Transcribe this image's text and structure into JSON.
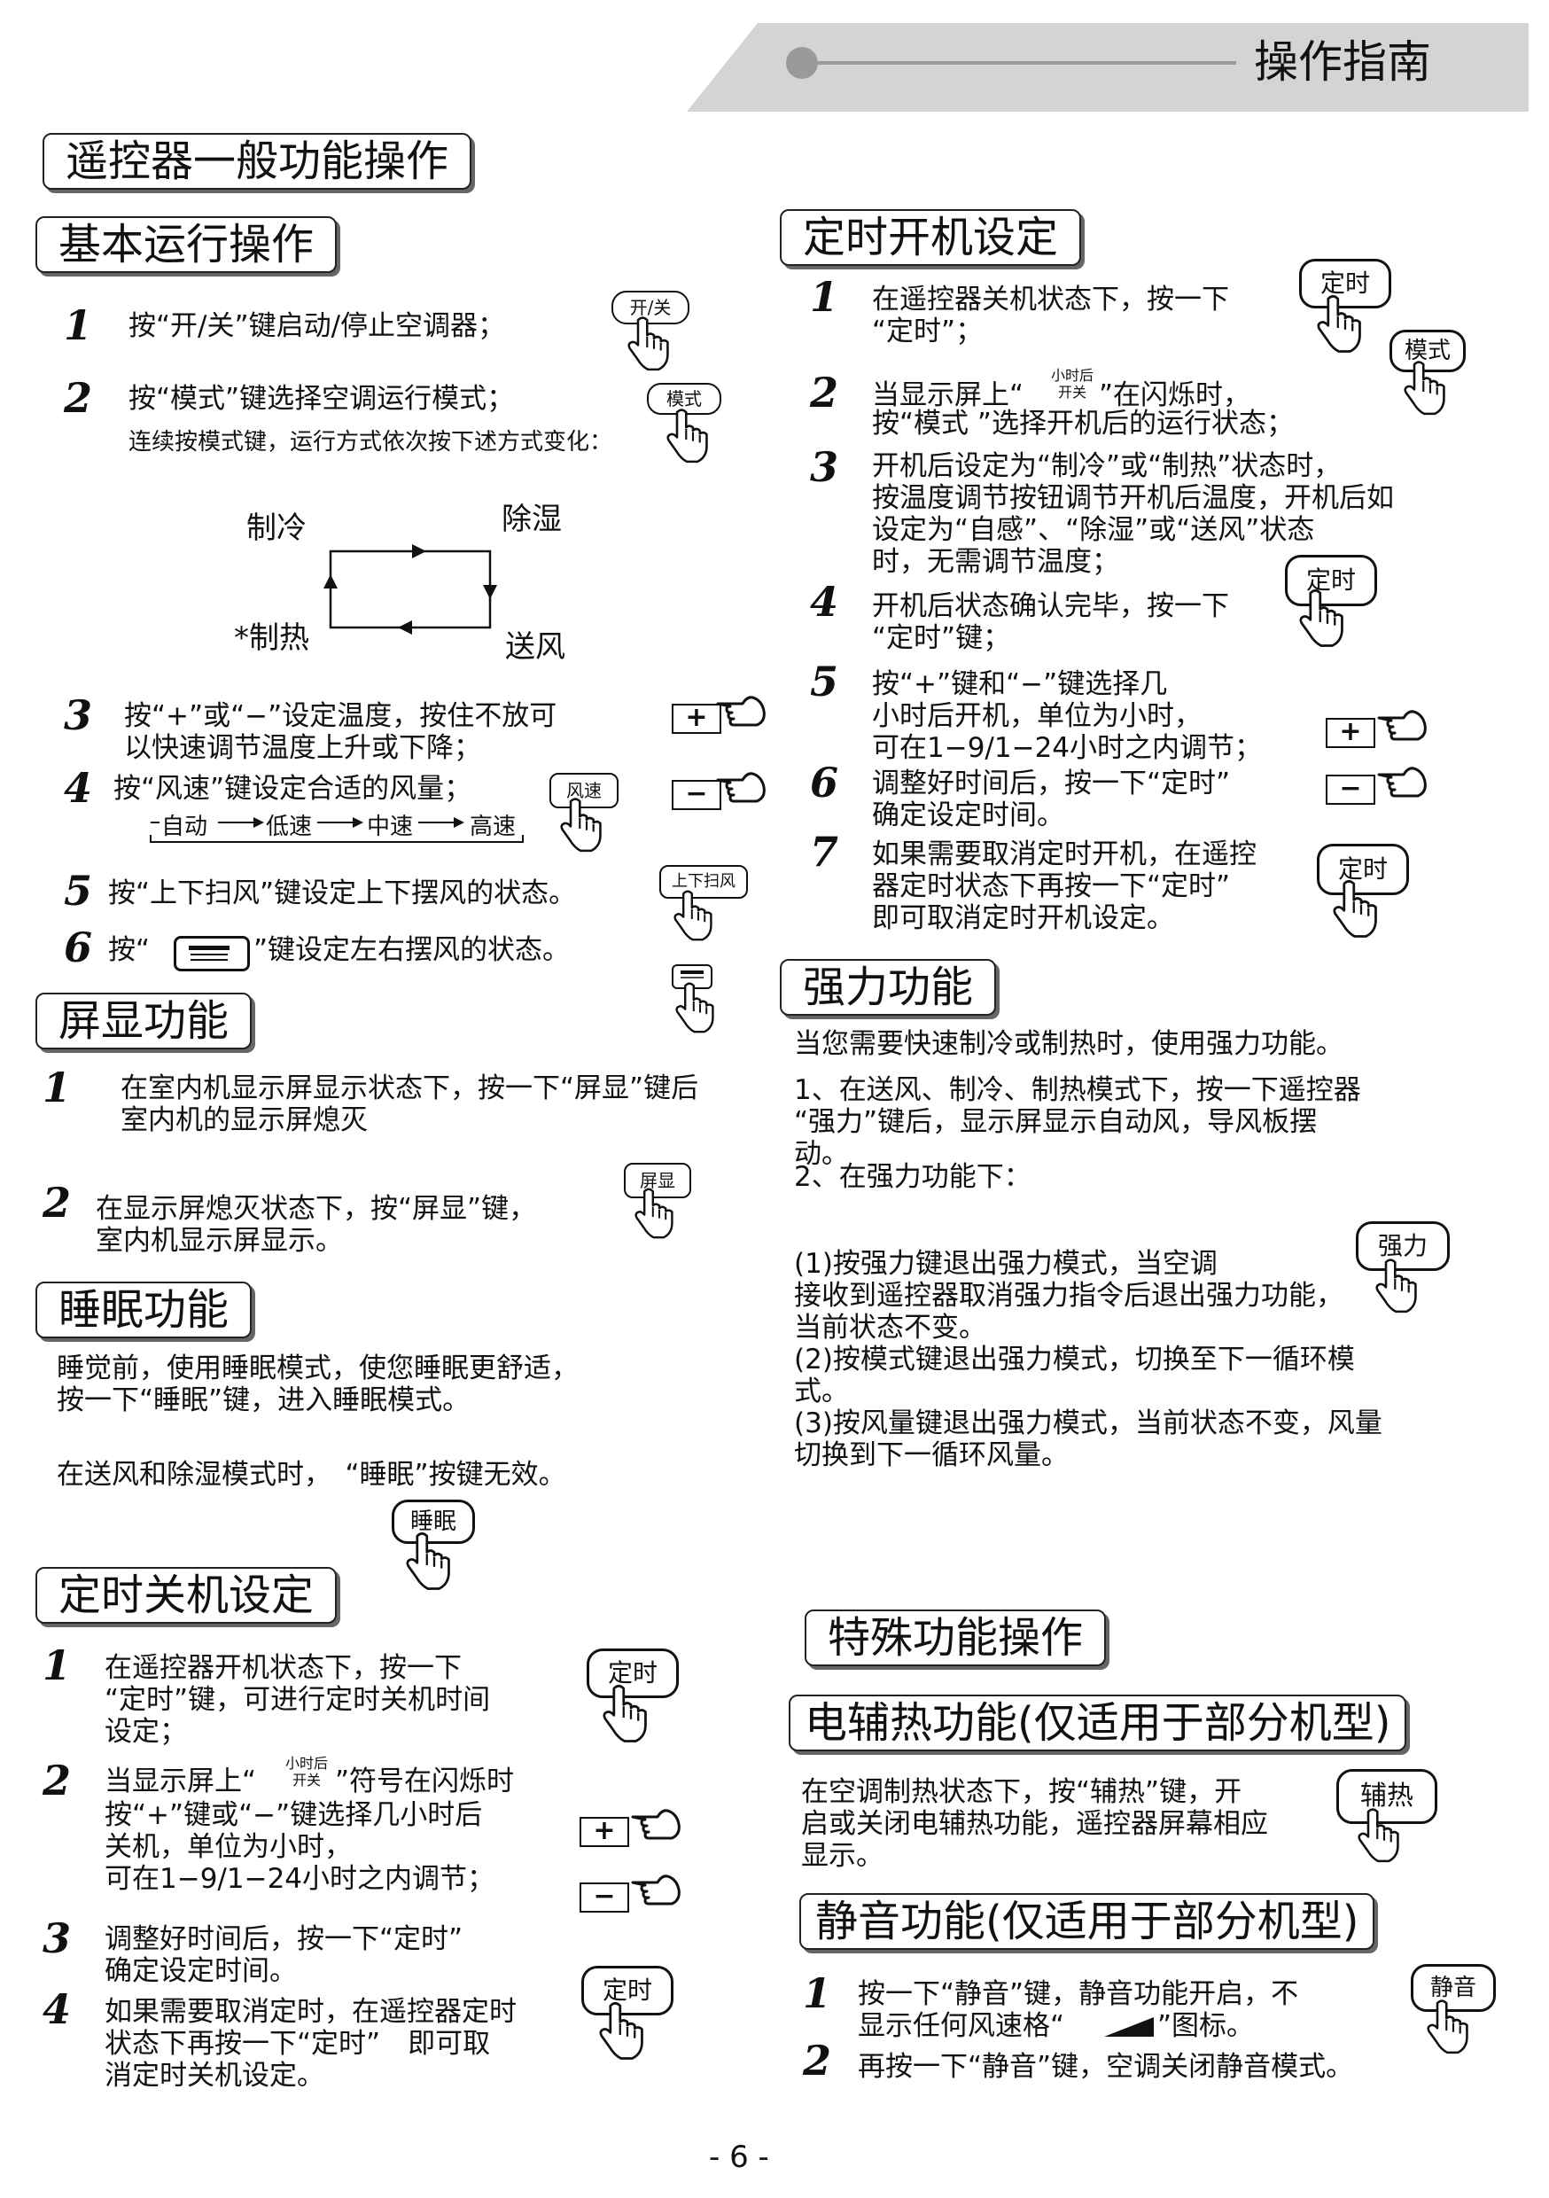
{
  "header": {
    "title": "操作指南"
  },
  "page_number": "- 6 -",
  "main_title": "遥控器一般功能操作",
  "basic": {
    "title": "基本运行操作",
    "s1": "按“开/关”键启动/停止空调器；",
    "s2": "按“模式”键选择空调运行模式；",
    "s2b": "连续按模式键，运行方式依次按下述方式变化：",
    "cycle": {
      "cool": "制冷",
      "dry": "除湿",
      "heat": "*制热",
      "fan": "送风"
    },
    "s3": "按“+”或“−”设定温度，按住不放可\n以快速调节温度上升或下降；",
    "s4": "按“风速”键设定合适的风量；",
    "speeds": {
      "a": "自动",
      "b": "低速",
      "c": "中速",
      "d": "高速"
    },
    "s5": "按“上下扫风”键设定上下摆风的状态。",
    "s6a": "按“",
    "s6b": "”键设定左右摆风的状态。"
  },
  "display": {
    "title": "屏显功能",
    "s1": "在室内机显示屏显示状态下，按一下“屏显”键后\n室内机的显示屏熄灭",
    "s2": "在显示屏熄灭状态下，按“屏显”键，\n室内机显示屏显示。"
  },
  "sleep": {
    "title": "睡眠功能",
    "p1": "睡觉前，使用睡眠模式，使您睡眠更舒适，\n按一下“睡眠”键，进入睡眠模式。",
    "p2": "在送风和除湿模式时，　“睡眠”按键无效。"
  },
  "timer_off": {
    "title": "定时关机设定",
    "s1": "在遥控器开机状态下，按一下\n“定时”键，可进行定时关机时间\n设定；",
    "s2a": "当显示屏上“",
    "s2b": "”符号在闪烁时",
    "s2c": "按“+”键或“−”键选择几小时后\n关机，单位为小时，\n可在1−9/1−24小时之内调节；",
    "s3": "调整好时间后，按一下“定时”\n确定设定时间。",
    "s4": "如果需要取消定时，在遥控器定时\n状态下再按一下“定时”　即可取\n消定时关机设定。"
  },
  "timer_on": {
    "title": "定时开机设定",
    "s1": "在遥控器关机状态下，按一下\n“定时”；",
    "s2a": "当显示屏上“",
    "s2b": "”在闪烁时，",
    "s2c": "按“模式 ”选择开机后的运行状态；",
    "s3": "开机后设定为“制冷”或“制热”状态时，\n按温度调节按钮调节开机后温度，开机后如\n设定为“自感”、“除湿”或“送风”状态\n时，无需调节温度；",
    "s4": "开机后状态确认完毕，按一下\n“定时”键；",
    "s5": "按“+”键和“−”键选择几\n小时后开机，单位为小时，\n可在1−9/1−24小时之内调节；",
    "s6": "调整好时间后，按一下“定时”\n确定设定时间。",
    "s7": "如果需要取消定时开机，在遥控\n器定时状态下再按一下“定时”\n即可取消定时开机设定。"
  },
  "turbo": {
    "title": "强力功能",
    "p0": "当您需要快速制冷或制热时，使用强力功能。",
    "p1": "1、在送风、制冷、制热模式下，按一下遥控器\n“强力”键后，显示屏显示自动风，导风板摆\n动。",
    "p2": "2、在强力功能下：",
    "p3": "(1)按强力键退出强力模式，当空调\n接收到遥控器取消强力指令后退出强力功能，\n当前状态不变。\n(2)按模式键退出强力模式，切换至下一循环模\n式。\n(3)按风量键退出强力模式，当前状态不变，风量\n切换到下一循环风量。"
  },
  "special": {
    "title": "特殊功能操作"
  },
  "aux_heat": {
    "title": "电辅热功能(仅适用于部分机型)",
    "p": "在空调制热状态下，按“辅热”键，开\n启或关闭电辅热功能，遥控器屏幕相应\n显示。"
  },
  "mute": {
    "title": "静音功能(仅适用于部分机型)",
    "s1a": "按一下“静音”键，静音功能开启，不\n显示任何风速格“",
    "s1b": "”图标。",
    "s2": "再按一下“静音”键，空调关闭静音模式。"
  },
  "icon_text": {
    "hours_top": "小时后",
    "hours_bot": "开关"
  },
  "keys": {
    "onoff": "开/关",
    "mode": "模式",
    "fan": "风速",
    "swing": "上下扫风",
    "display": "屏显",
    "sleep": "睡眠",
    "timer": "定时",
    "turbo": "强力",
    "aux": "辅热",
    "mute": "静音",
    "plus": "+",
    "minus": "−"
  },
  "numbers": [
    "1",
    "2",
    "3",
    "4",
    "5",
    "6",
    "7"
  ]
}
